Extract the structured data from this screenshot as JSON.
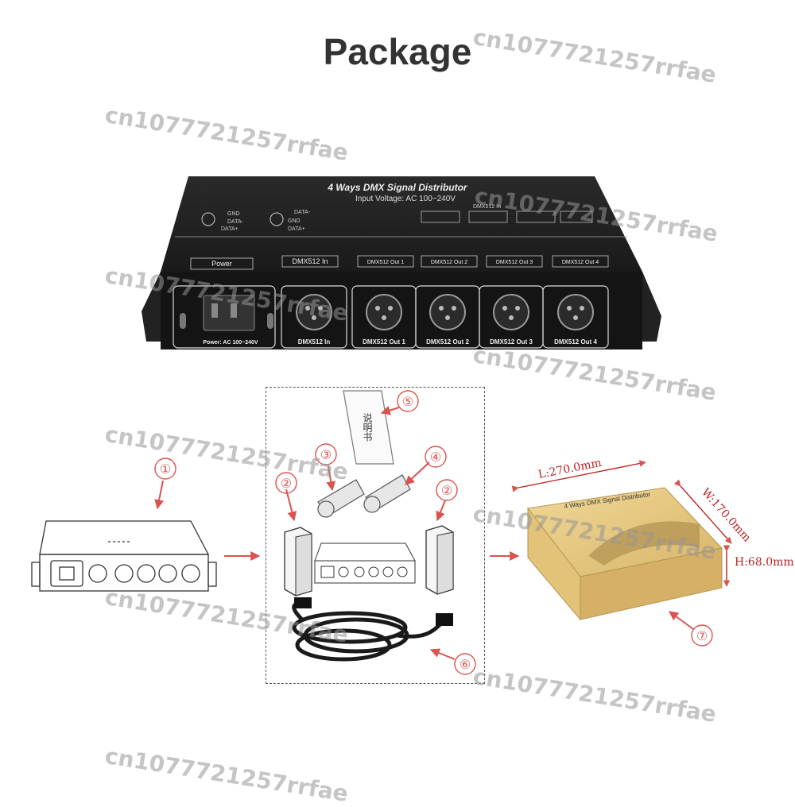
{
  "title": "Package",
  "watermark": "cn1077721257rrfae",
  "device": {
    "top_title": "4 Ways DMX Signal Distributor",
    "input_voltage": "Input Voltage: AC 100~240V",
    "pin_labels_left": [
      "GND",
      "DATA-",
      "DATA+"
    ],
    "pin_labels_right": [
      "DATA-",
      "GND",
      "DATA+"
    ],
    "diagram_in": "DMX512 In",
    "panel_labels": [
      "Power",
      "DMX512 In",
      "DMX512 Out 1",
      "DMX512 Out 2",
      "DMX512 Out 3",
      "DMX512 Out 4"
    ],
    "port_labels": [
      "Power: AC 100~240V",
      "DMX512 In",
      "DMX512 Out 1",
      "DMX512 Out 2",
      "DMX512 Out 3",
      "DMX512 Out 4"
    ]
  },
  "package": {
    "manual_text": "说明书",
    "box_label": "4 Ways DMX Signal Distributor",
    "dim_length": "L:270.0mm",
    "dim_width": "W:170.0mm",
    "dim_height": "H:68.0mm",
    "callouts": [
      "①",
      "②",
      "②",
      "③",
      "④",
      "⑤",
      "⑥",
      "⑦"
    ]
  },
  "colors": {
    "device": "#1e1e1e",
    "callout": "#d9534f",
    "box": "#e0c27a"
  }
}
